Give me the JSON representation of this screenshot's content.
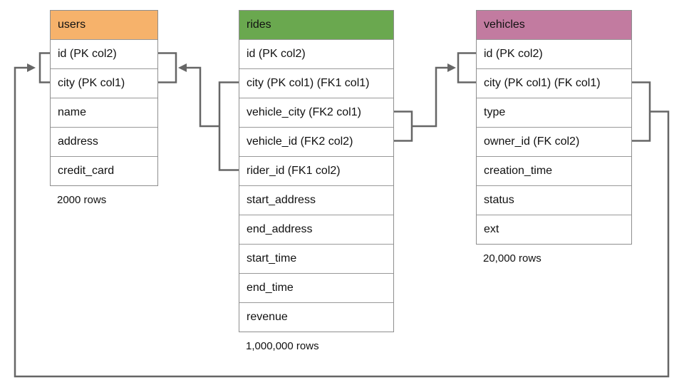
{
  "diagram": {
    "title": "database schema diagram",
    "colors": {
      "users_header": "#f6b26b",
      "rides_header": "#6aa84f",
      "vehicles_header": "#c27ba0",
      "connector": "#666666",
      "table_border": "#8e8e8e"
    },
    "tables": {
      "users": {
        "name": "users",
        "fields": [
          "id (PK col2)",
          "city (PK col1)",
          "name",
          "address",
          "credit_card"
        ],
        "row_count": "2000 rows"
      },
      "rides": {
        "name": "rides",
        "fields": [
          "id (PK col2)",
          "city (PK col1) (FK1 col1)",
          "vehicle_city (FK2 col1)",
          "vehicle_id (FK2 col2)",
          "rider_id (FK1 col2)",
          "start_address",
          "end_address",
          "start_time",
          "end_time",
          "revenue"
        ],
        "row_count": "1,000,000 rows"
      },
      "vehicles": {
        "name": "vehicles",
        "fields": [
          "id (PK col2)",
          "city (PK col1) (FK col1)",
          "type",
          "owner_id (FK col2)",
          "creation_time",
          "status",
          "ext"
        ],
        "row_count": "20,000 rows"
      }
    },
    "relationships": [
      {
        "from": "rides (city, rider_id) FK1",
        "to": "users (id, city)"
      },
      {
        "from": "rides (vehicle_city, vehicle_id) FK2",
        "to": "vehicles (id, city)"
      },
      {
        "from": "vehicles (city, owner_id) FK",
        "to": "users (id, city)"
      }
    ]
  }
}
